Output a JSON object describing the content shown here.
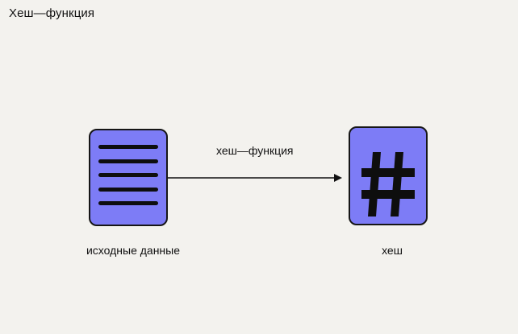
{
  "title": "Хеш—функция",
  "diagram": {
    "input": {
      "caption": "исходные данные",
      "icon": "document-lines-icon"
    },
    "arrow": {
      "label": "хеш—функция"
    },
    "output": {
      "caption": "хеш",
      "icon": "hash-icon"
    },
    "colors": {
      "card_fill": "#7d7cf6",
      "stroke": "#111111",
      "background": "#f3f2ee"
    }
  }
}
